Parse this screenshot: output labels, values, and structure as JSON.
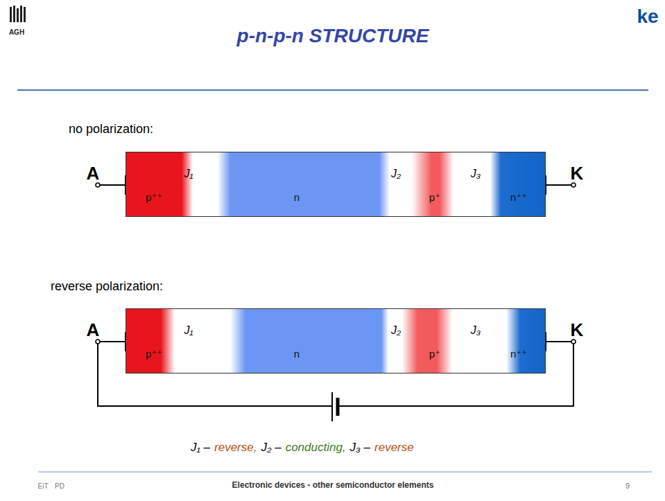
{
  "diagram": {
    "title": "p-n-p-n STRUCTURE",
    "nodes": [
      {
        "text": [
          "p⁺⁺"
        ]
      },
      {
        "text": [
          "n"
        ]
      },
      {
        "text": [
          "p⁺"
        ]
      },
      {
        "text": [
          "n⁺⁺"
        ]
      },
      {
        "text": [
          "p⁺⁺"
        ]
      },
      {
        "text": [
          "n"
        ]
      },
      {
        "text": [
          "p⁺"
        ]
      },
      {
        "text": [
          "n⁺⁺"
        ]
      }
    ],
    "labels": [
      "AGH",
      "ke",
      "no polarization:",
      "A",
      "K",
      "J₁",
      "J₂",
      "J₃",
      "reverse polarization:",
      "A",
      "K",
      "J₁",
      "J₂",
      "J₃",
      "J₁ –",
      "reverse,",
      "J₂ –",
      "conducting,",
      "J₃ –",
      "reverse",
      "EiT",
      "PD",
      "Electronic devices - other semiconductor elements",
      "9"
    ]
  }
}
